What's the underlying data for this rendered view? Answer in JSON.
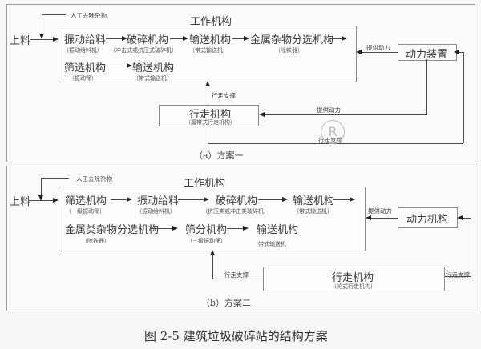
{
  "scheme_a": {
    "caption": "（a）方案一",
    "input_label": "上料",
    "manual_removal_label": "人工去除杂物",
    "work_mechanism_title": "工作机构",
    "row1": [
      {
        "name": "振动给料",
        "sub": "（振动给料机）"
      },
      {
        "name": "破碎机构",
        "sub": "（冲击式或挤压式破碎机）"
      },
      {
        "name": "输送机构",
        "sub": "（带式输送机）"
      },
      {
        "name": "金属杂物分选机构",
        "sub": "（除铁器）"
      }
    ],
    "row2": [
      {
        "name": "筛选机构",
        "sub": "（振动筛）"
      },
      {
        "name": "输送机构",
        "sub": "（带式输送机）"
      }
    ],
    "power_unit": "动力装置",
    "power_label": "提供动力",
    "walking": {
      "name": "行走机构",
      "sub": "（履带式行走机构）"
    },
    "walk_support_label": "行走支撑",
    "power_to_walk_label": "提供动力",
    "walk_support_bottom_label": "行走支撑"
  },
  "scheme_b": {
    "caption": "（b）方案二",
    "input_label": "上料",
    "manual_removal_label": "人工去除杂物",
    "work_mechanism_title": "工作机构",
    "row1": [
      {
        "name": "筛选机构",
        "sub": "（一级振动筛）"
      },
      {
        "name": "振动给料",
        "sub": "（振动给料机）"
      },
      {
        "name": "破碎机构",
        "sub": "（挤压类或冲击类破碎机）"
      },
      {
        "name": "输送机构",
        "sub": "（带式输送机）"
      }
    ],
    "row2": [
      {
        "name": "金属类杂物分选机构",
        "sub": "（除铁器）"
      },
      {
        "name": "筛分机构",
        "sub": "（三级振动筛）"
      },
      {
        "name": "输送机构",
        "sub": "带式输送机"
      }
    ],
    "power_unit": "动力机构",
    "power_label": "提供动力",
    "walking": {
      "name": "行走机构",
      "sub": "（轮式行走机构）"
    },
    "walk_support_left_label": "行走支撑",
    "walk_support_right_label": "行走支撑"
  },
  "figure_caption": "图 2-5  建筑垃圾破碎站的结构方案",
  "watermark": "R"
}
